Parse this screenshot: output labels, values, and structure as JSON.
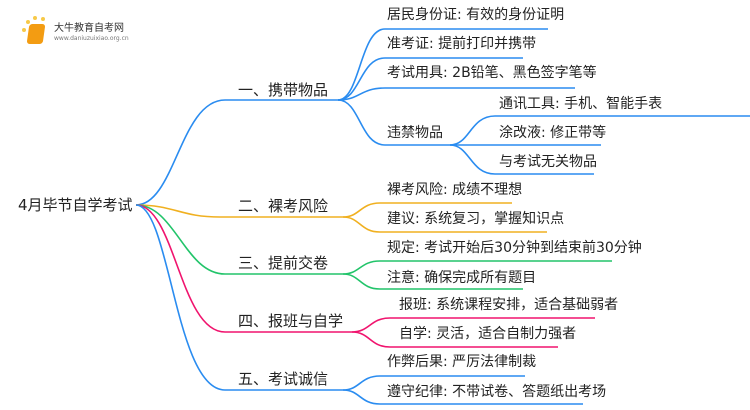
{
  "logo": {
    "name": "大牛教育自考网",
    "url": "www.daniuzuixiao.org.cn"
  },
  "root": "4月毕节自学考试",
  "colors": {
    "blue": "#2a8cf0",
    "orange": "#f0b020",
    "green": "#22c46a",
    "pink": "#f0146e"
  },
  "branches": [
    {
      "label": "一、携带物品",
      "children": [
        {
          "label": "居民身份证: 有效的身份证明"
        },
        {
          "label": "准考证: 提前打印并携带"
        },
        {
          "label": "考试用具: 2B铅笔、黑色签字笔等"
        },
        {
          "label": "违禁物品",
          "children": [
            {
              "label": "通讯工具: 手机、智能手表"
            },
            {
              "label": "涂改液: 修正带等"
            },
            {
              "label": "与考试无关物品"
            }
          ]
        }
      ]
    },
    {
      "label": "二、裸考风险",
      "children": [
        {
          "label": "裸考风险: 成绩不理想"
        },
        {
          "label": "建议: 系统复习，掌握知识点"
        }
      ]
    },
    {
      "label": "三、提前交卷",
      "children": [
        {
          "label": "规定: 考试开始后30分钟到结束前30分钟"
        },
        {
          "label": "注意: 确保完成所有题目"
        }
      ]
    },
    {
      "label": "四、报班与自学",
      "children": [
        {
          "label": "报班: 系统课程安排，适合基础弱者"
        },
        {
          "label": "自学: 灵活，适合自制力强者"
        }
      ]
    },
    {
      "label": "五、考试诚信",
      "children": [
        {
          "label": "作弊后果: 严厉法律制裁"
        },
        {
          "label": "遵守纪律: 不带试卷、答题纸出考场"
        }
      ]
    }
  ]
}
